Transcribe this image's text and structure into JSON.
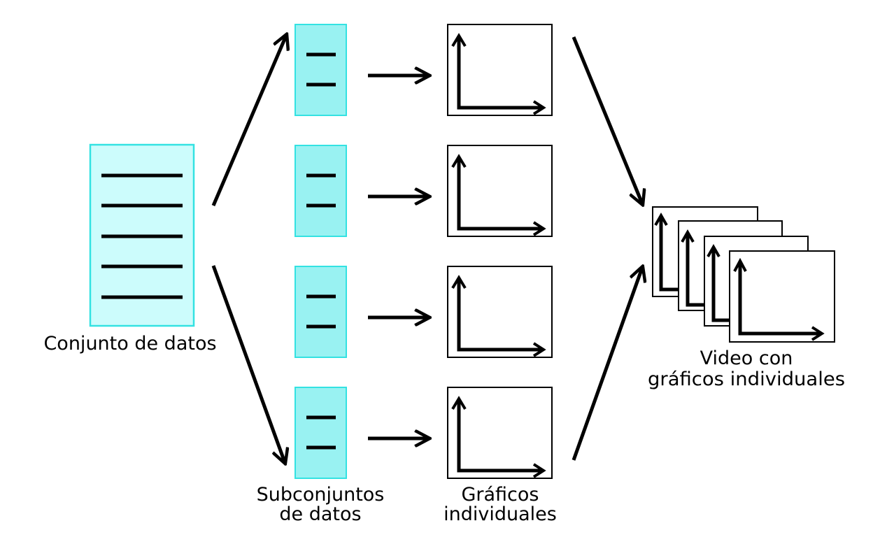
{
  "labels": {
    "dataset": "Conjunto de datos",
    "subsets_line1": "Subconjuntos",
    "subsets_line2": "de datos",
    "plots_line1": "Gráficos",
    "plots_line2": "individuales",
    "video_line1": "Video con",
    "video_line2": "gráficos individuales"
  },
  "colors": {
    "data_fill": "#ccfcfc",
    "data_border": "#33e2e2",
    "subset_fill": "#99f2f2",
    "ink": "#000000"
  },
  "icons": {
    "dataset": "table-icon",
    "subset": "table-subset-icon",
    "plot": "chart-axes-icon",
    "video": "stacked-frames-icon",
    "connector": "arrow-right-icon"
  }
}
